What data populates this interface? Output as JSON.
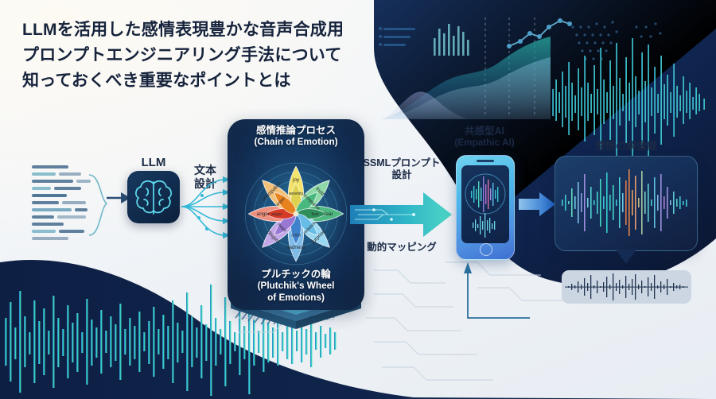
{
  "meta": {
    "bg_light": "#f2f5f9",
    "navy": "#0f2347",
    "accent_cyan": "#39c7d8",
    "accent_blue": "#1f6fd0",
    "title_color": "#16233c"
  },
  "title": {
    "lines": [
      "LLMを活用した感情表現豊かな音声合成用",
      "プロンプトエンジニアリング手法について",
      "知っておくべき重要なポイントとは"
    ]
  },
  "nodes": {
    "source_document": {
      "name": "script-text-lines"
    },
    "llm": {
      "label": "LLM"
    },
    "text_design": {
      "label_line1": "文本",
      "label_line2": "設計"
    },
    "chain_of_emotion": {
      "jp": "感情推論プロセス",
      "en": "(Chain of Emotion)"
    },
    "plutchik": {
      "jp": "プルチックの輪",
      "en_line1": "(Plutchik's Wheel",
      "en_line2": "of Emotions)"
    },
    "ssml": {
      "label_line1": "SSMLプロンプト",
      "label_line2": "設計"
    },
    "dynamic_mapping": {
      "label": "動的マッピング"
    },
    "empathic_ai": {
      "jp": "共感型AI",
      "en": "(Empathic AI)"
    },
    "emotion_resolution": {
      "label": "感情の解像度"
    }
  },
  "chart_data": {
    "type": "pie",
    "title": "プルチックの輪 (Plutchik's Wheel of Emotions)",
    "subtitle": "感情推論プロセス (Chain of Emotion)",
    "legend": "petal labels placed on wheel",
    "categories": [
      "joy",
      "trust",
      "fear",
      "surprise",
      "sadness",
      "disgust",
      "anger",
      "anticipation"
    ],
    "values": [
      12.5,
      12.5,
      12.5,
      12.5,
      12.5,
      12.5,
      12.5,
      12.5
    ],
    "inner_categories": [
      "serenity",
      "acceptance",
      "apprehension",
      "distraction",
      "pensiveness",
      "boredom",
      "annoyance",
      "interest"
    ],
    "colors": [
      "#f2e36a",
      "#8fd9a8",
      "#38a169",
      "#9ad7f0",
      "#4a90d9",
      "#b79ae0",
      "#e05c4a",
      "#f0a24a"
    ],
    "inner_colors": [
      "#ddd14f",
      "#49b87f",
      "#2f8f5b",
      "#67bde6",
      "#2f6fc0",
      "#9b77d4",
      "#d63b28",
      "#e8821f"
    ],
    "xlabel": "",
    "ylabel": ""
  },
  "decor": {
    "top_chart": {
      "type": "area",
      "series": [
        {
          "name": "teal-area",
          "values": [
            5,
            10,
            34,
            52,
            44,
            38,
            47,
            62,
            70
          ]
        },
        {
          "name": "light-area",
          "values": [
            3,
            6,
            18,
            30,
            26,
            24,
            30,
            40,
            46
          ]
        },
        {
          "name": "violet-area",
          "values": [
            2,
            14,
            26,
            18,
            8,
            4,
            3,
            2,
            2
          ]
        }
      ],
      "line_points": [
        8,
        16,
        26,
        20,
        30,
        44,
        40,
        56,
        68
      ]
    },
    "bottom_waveform": {
      "name": "audio-waveform-teal"
    },
    "right_waveform": {
      "name": "emotion-waveform-color"
    },
    "gray_waveform": {
      "name": "flat-audio-waveform"
    }
  }
}
